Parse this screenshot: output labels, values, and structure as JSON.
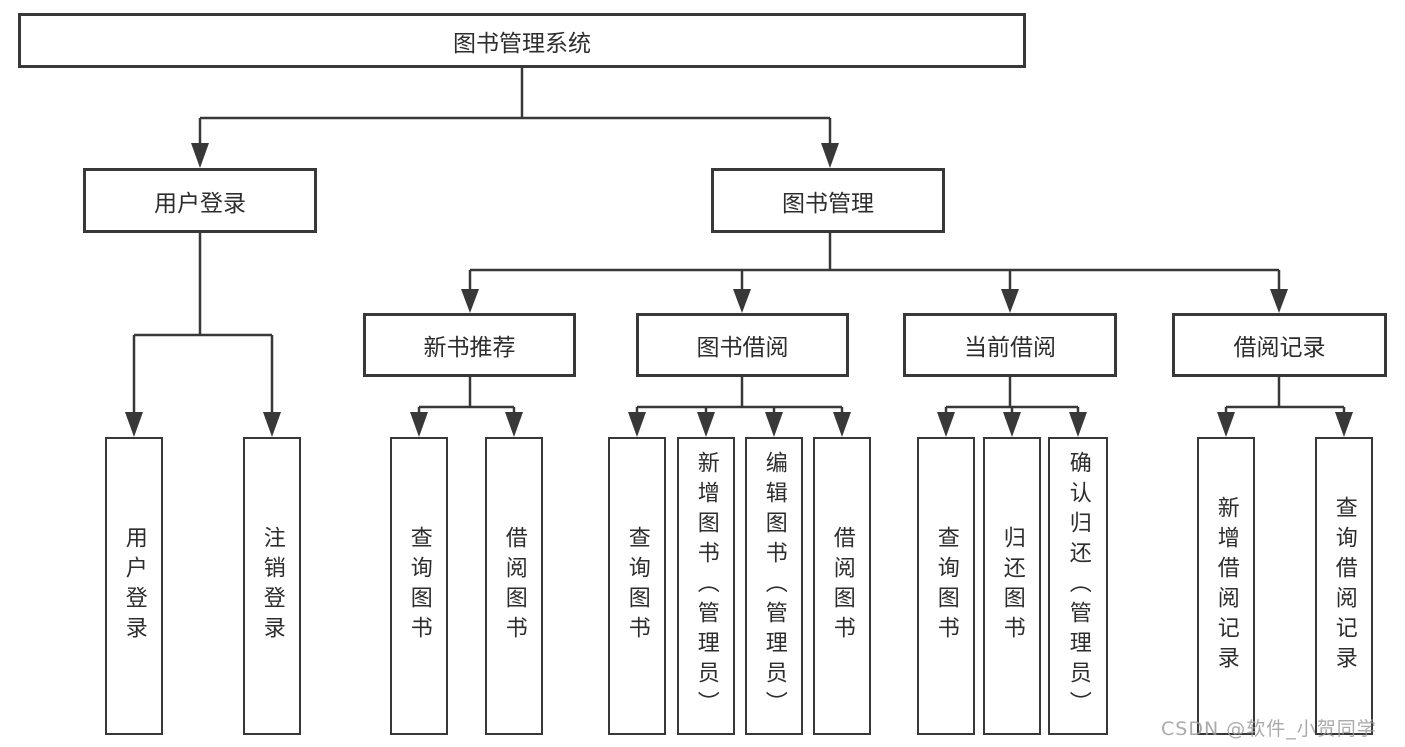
{
  "tree": {
    "root": {
      "label": "图书管理系统"
    },
    "branches": [
      {
        "label": "用户登录",
        "children": [
          {
            "label": "用户登录"
          },
          {
            "label": "注销登录"
          }
        ]
      },
      {
        "label": "图书管理",
        "groups": [
          {
            "label": "新书推荐",
            "children": [
              {
                "label": "查询图书"
              },
              {
                "label": "借阅图书"
              }
            ]
          },
          {
            "label": "图书借阅",
            "children": [
              {
                "label": "查询图书"
              },
              {
                "label": "新增图书（管理员）"
              },
              {
                "label": "编辑图书（管理员）"
              },
              {
                "label": "借阅图书"
              }
            ]
          },
          {
            "label": "当前借阅",
            "children": [
              {
                "label": "查询图书"
              },
              {
                "label": "归还图书"
              },
              {
                "label": "确认归还（管理员）"
              }
            ]
          },
          {
            "label": "借阅记录",
            "children": [
              {
                "label": "新增借阅记录"
              },
              {
                "label": "查询借阅记录"
              }
            ]
          }
        ]
      }
    ]
  },
  "watermark": {
    "text": "CSDN @软件_小贺同学"
  },
  "colors": {
    "background": "#ffffff",
    "border": "#383838",
    "line": "#383838",
    "text": "#2d2d2d",
    "watermark": "#9c9c9c"
  }
}
